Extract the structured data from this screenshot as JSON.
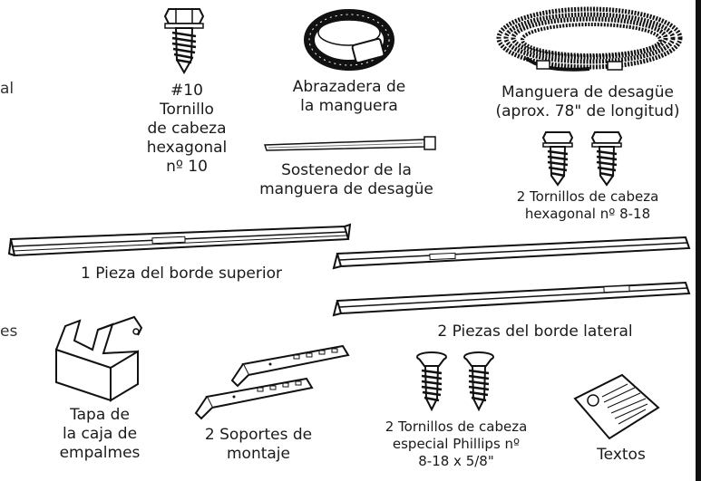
{
  "edge_text": {
    "left_top": "al",
    "left_bottom": "es"
  },
  "parts": {
    "screw10": {
      "lines": [
        "#10",
        "Tornillo",
        "de cabeza",
        "hexagonal",
        "nº 10"
      ]
    },
    "clamp": {
      "lines": [
        "Abrazadera de",
        "la manguera"
      ]
    },
    "hose": {
      "lines": [
        "Manguera de desagüe",
        "(aprox. 78\" de longitud)"
      ]
    },
    "holder": {
      "lines": [
        "Sostenedor de la",
        "manguera de desagüe"
      ]
    },
    "hex_screws": {
      "lines": [
        "2 Tornillos de cabeza",
        "hexagonal nº 8-18"
      ]
    },
    "top_trim": {
      "lines": [
        "1 Pieza del borde superior"
      ]
    },
    "side_trim": {
      "lines": [
        "2 Piezas del borde lateral"
      ]
    },
    "junction_cover": {
      "lines": [
        "Tapa de",
        "la caja de",
        "empalmes"
      ]
    },
    "brackets": {
      "lines": [
        "2 Soportes de",
        "montaje"
      ]
    },
    "phillips_screws": {
      "lines": [
        "2 Tornillos de cabeza",
        "especial Phillips nº",
        "8-18 x 5/8\""
      ]
    },
    "literature": {
      "lines": [
        "Textos"
      ]
    }
  }
}
